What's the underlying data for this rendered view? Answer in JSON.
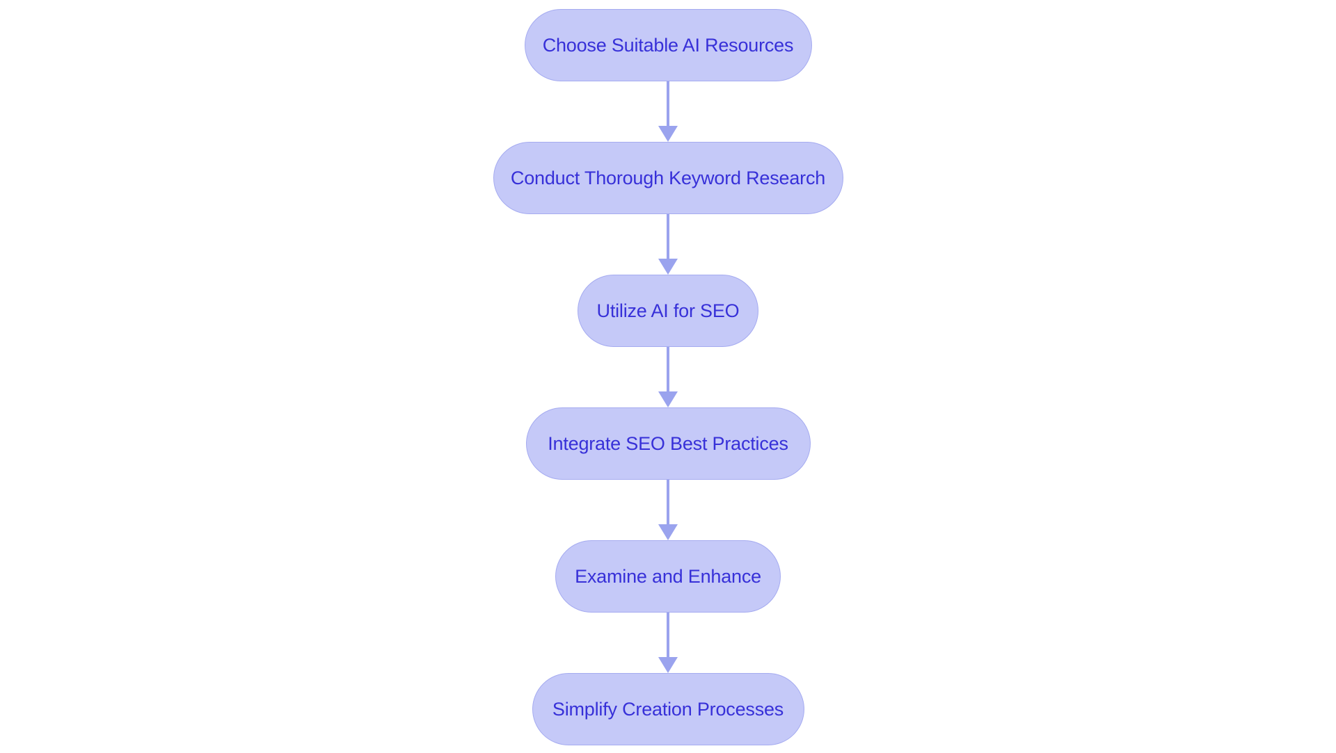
{
  "diagram": {
    "type": "flowchart",
    "orientation": "vertical-top-to-bottom",
    "background_color": "#ffffff",
    "node_fill_color": "#c5c9f8",
    "node_border_color": "#a5abf0",
    "node_text_color": "#3730d8",
    "connector_color": "#9aa3ee",
    "node_count": 6,
    "connector_count": 5,
    "nodes": [
      {
        "id": "n1",
        "label": "Choose Suitable AI Resources",
        "order": 1
      },
      {
        "id": "n2",
        "label": "Conduct Thorough Keyword Research",
        "order": 2
      },
      {
        "id": "n3",
        "label": "Utilize AI for SEO",
        "order": 3
      },
      {
        "id": "n4",
        "label": "Integrate SEO Best Practices",
        "order": 4
      },
      {
        "id": "n5",
        "label": "Examine and Enhance",
        "order": 5
      },
      {
        "id": "n6",
        "label": "Simplify Creation Processes",
        "order": 6
      }
    ],
    "connectors": [
      {
        "id": "c1",
        "from": "n1",
        "to": "n2",
        "icon": "down-arrow-icon"
      },
      {
        "id": "c2",
        "from": "n2",
        "to": "n3",
        "icon": "down-arrow-icon"
      },
      {
        "id": "c3",
        "from": "n3",
        "to": "n4",
        "icon": "down-arrow-icon"
      },
      {
        "id": "c4",
        "from": "n4",
        "to": "n5",
        "icon": "down-arrow-icon"
      },
      {
        "id": "c5",
        "from": "n5",
        "to": "n6",
        "icon": "down-arrow-icon"
      }
    ]
  }
}
